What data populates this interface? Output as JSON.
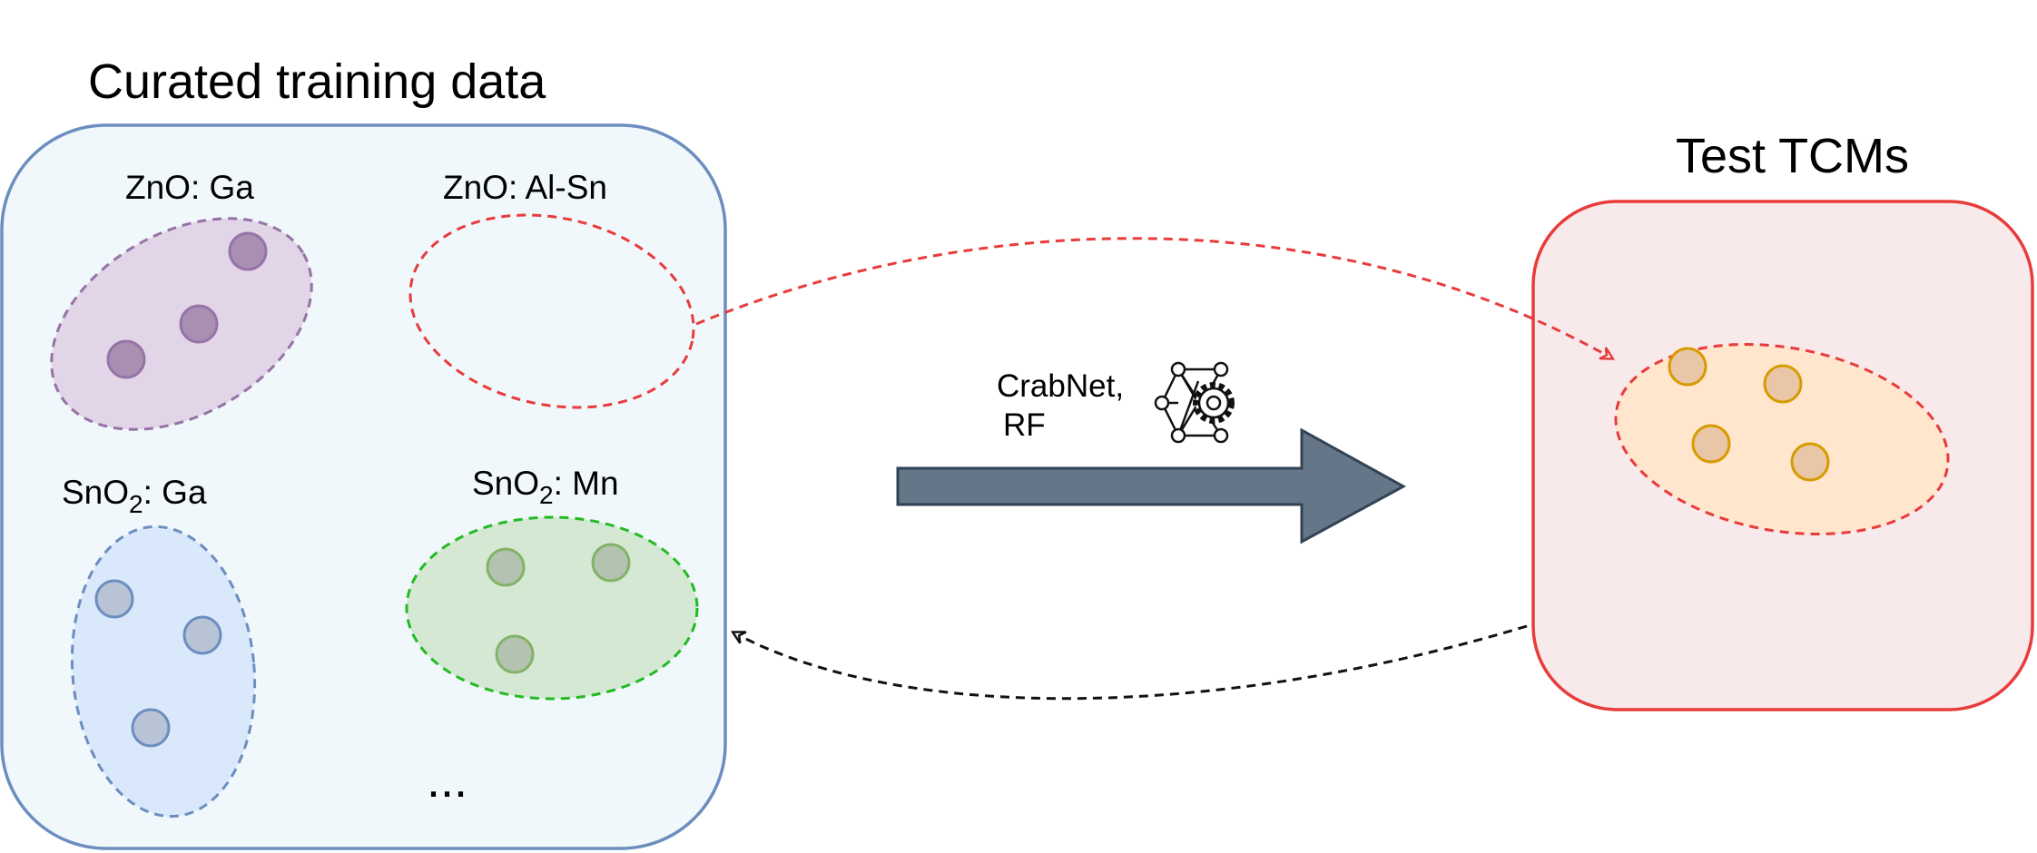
{
  "training": {
    "title": "Curated training data",
    "groups": {
      "zno_ga": {
        "formula": "ZnO: Ga"
      },
      "zno_alsn": {
        "formula": "ZnO: Al-Sn"
      },
      "sno2_ga": {
        "base": "SnO",
        "sub": "2",
        "dopant": ": Ga"
      },
      "sno2_mn": {
        "base": "SnO",
        "sub": "2",
        "dopant": ": Mn"
      }
    },
    "ellipsis": "..."
  },
  "model": {
    "line1": "CrabNet,",
    "line2": "RF",
    "icon": "neural-network-gear-icon"
  },
  "test": {
    "title": "Test TCMs"
  },
  "colors": {
    "training_fill": "#f1f8fb",
    "training_stroke": "#6c8ebf",
    "purple_fill": "#e1d5e7",
    "purple_stroke": "#9673a6",
    "blue_fill": "#dae8fc",
    "blue_stroke": "#6c8ebf",
    "green_fill": "#d5e8d4",
    "green_stroke": "#22bb22",
    "test_fill": "#f8e9ea",
    "test_stroke": "#e83b3b",
    "orange_fill": "#ffe6cc",
    "orange_dot": "#d79b00",
    "arrow_fill": "#647687",
    "red_dash": "#e83b3b"
  }
}
